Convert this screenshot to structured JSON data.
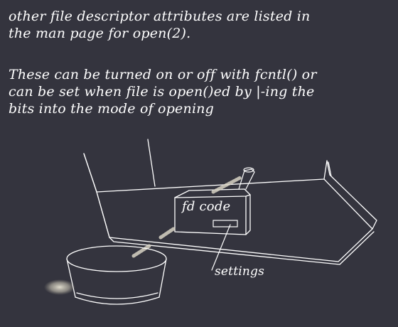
{
  "text": {
    "paragraph1": [
      "other file descriptor attributes are listed in",
      "the man page for open(2)."
    ],
    "paragraph2": [
      "These can be turned on or off with fcntl() or",
      "can be set when file is open()ed by |-ing the",
      "bits into the mode of opening"
    ]
  },
  "drawing": {
    "box_label": "fd code",
    "pointer_label": "settings"
  },
  "colors": {
    "background": "#34343e",
    "ink": "#ffffff"
  }
}
